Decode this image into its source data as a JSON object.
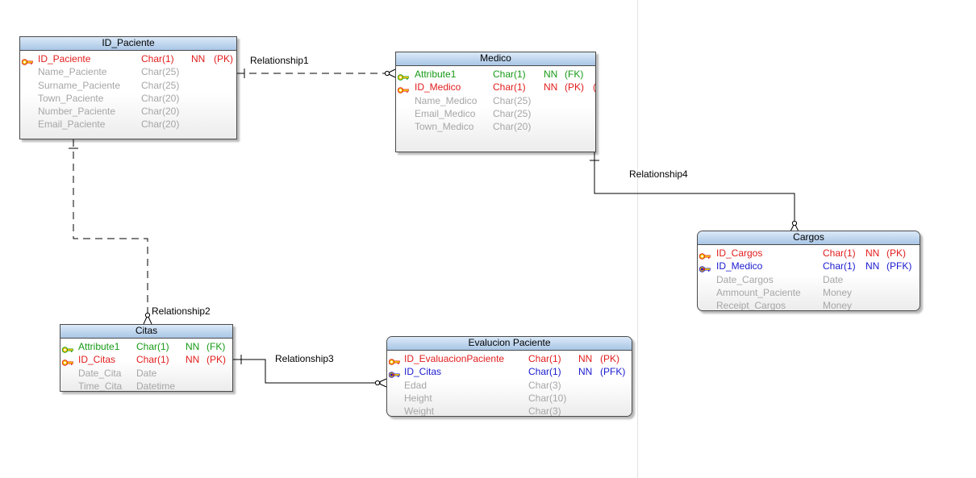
{
  "entities": {
    "paciente": {
      "title": "ID_Paciente",
      "rows": [
        {
          "name": "ID_Paciente",
          "type": "Char(1)",
          "nn": "NN",
          "key": "(PK)",
          "kind": "pk"
        },
        {
          "name": "Name_Paciente",
          "type": "Char(25)",
          "nn": "",
          "key": "",
          "kind": "normal"
        },
        {
          "name": "Surname_Paciente",
          "type": "Char(25)",
          "nn": "",
          "key": "",
          "kind": "normal"
        },
        {
          "name": "Town_Paciente",
          "type": "Char(20)",
          "nn": "",
          "key": "",
          "kind": "normal"
        },
        {
          "name": "Number_Paciente",
          "type": "Char(20)",
          "nn": "",
          "key": "",
          "kind": "normal"
        },
        {
          "name": "Email_Paciente",
          "type": "Char(20)",
          "nn": "",
          "key": "",
          "kind": "normal"
        }
      ]
    },
    "medico": {
      "title": "Medico",
      "rows": [
        {
          "name": "Attribute1",
          "type": "Char(1)",
          "nn": "NN",
          "key": "(FK)",
          "kind": "fk"
        },
        {
          "name": "ID_Medico",
          "type": "Char(1)",
          "nn": "NN",
          "key": "(PK)",
          "extra": "(",
          "kind": "pk"
        },
        {
          "name": "Name_Medico",
          "type": "Char(25)",
          "nn": "",
          "key": "",
          "kind": "normal"
        },
        {
          "name": "Email_Medico",
          "type": "Char(25)",
          "nn": "",
          "key": "",
          "kind": "normal"
        },
        {
          "name": "Town_Medico",
          "type": "Char(20)",
          "nn": "",
          "key": "",
          "kind": "normal"
        }
      ]
    },
    "cargos": {
      "title": "Cargos",
      "rows": [
        {
          "name": "ID_Cargos",
          "type": "Char(1)",
          "nn": "NN",
          "key": "(PK)",
          "kind": "pk"
        },
        {
          "name": "ID_Medico",
          "type": "Char(1)",
          "nn": "NN",
          "key": "(PFK)",
          "kind": "pfk"
        },
        {
          "name": "Date_Cargos",
          "type": "Date",
          "nn": "",
          "key": "",
          "kind": "normal"
        },
        {
          "name": "Ammount_Paciente",
          "type": "Money",
          "nn": "",
          "key": "",
          "kind": "normal"
        },
        {
          "name": "Receipt_Cargos",
          "type": "Money",
          "nn": "",
          "key": "",
          "kind": "normal"
        }
      ]
    },
    "citas": {
      "title": "Citas",
      "rows": [
        {
          "name": "Attribute1",
          "type": "Char(1)",
          "nn": "NN",
          "key": "(FK)",
          "kind": "fk"
        },
        {
          "name": "ID_Citas",
          "type": "Char(1)",
          "nn": "NN",
          "key": "(PK)",
          "kind": "pk"
        },
        {
          "name": "Date_Cita",
          "type": "Date",
          "nn": "",
          "key": "",
          "kind": "normal"
        },
        {
          "name": "Time_Cita",
          "type": "Datetime",
          "nn": "",
          "key": "",
          "kind": "normal"
        }
      ]
    },
    "evaluacion": {
      "title": "Evalucion Paciente",
      "rows": [
        {
          "name": "ID_EvaluacionPaciente",
          "type": "Char(1)",
          "nn": "NN",
          "key": "(PK)",
          "kind": "pk"
        },
        {
          "name": "ID_Citas",
          "type": "Char(1)",
          "nn": "NN",
          "key": "(PFK)",
          "kind": "pfk"
        },
        {
          "name": "Edad",
          "type": "Char(3)",
          "nn": "",
          "key": "",
          "kind": "normal"
        },
        {
          "name": "Height",
          "type": "Char(10)",
          "nn": "",
          "key": "",
          "kind": "normal"
        },
        {
          "name": "Weight",
          "type": "Char(3)",
          "nn": "",
          "key": "",
          "kind": "normal"
        }
      ]
    }
  },
  "relationships": {
    "r1": {
      "label": "Relationship1"
    },
    "r2": {
      "label": "Relationship2"
    },
    "r3": {
      "label": "Relationship3"
    },
    "r4": {
      "label": "Relationship4"
    }
  },
  "colors": {
    "pk": "#e21c1c",
    "fk": "#169a16",
    "pfk": "#1a1ad0",
    "normal": "#a6a6a6",
    "key_gold": "#f0c000"
  },
  "icons": {
    "pk": "primary-key-icon",
    "fk": "foreign-key-icon",
    "pfk": "primary-foreign-key-icon"
  }
}
